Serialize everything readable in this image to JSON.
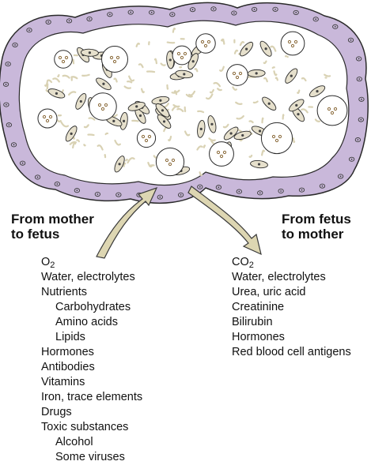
{
  "colors": {
    "membrane": "#c9b8da",
    "membrane_stroke": "#2a2a2a",
    "villus_fill": "#ffffff",
    "cell_fill": "#e6e0cc",
    "fiber": "#d9d2b4",
    "arrow_fill": "#ddd6b2",
    "arrow_stroke": "#3a3a3a"
  },
  "left_heading": {
    "line1": "From mother",
    "line2": "to fetus"
  },
  "right_heading": {
    "line1": "From fetus",
    "line2": "to mother"
  },
  "left_list": {
    "o2_base": "O",
    "o2_sub": "2",
    "items": [
      {
        "text": "Water, electrolytes",
        "indent": false
      },
      {
        "text": "Nutrients",
        "indent": false
      },
      {
        "text": "Carbohydrates",
        "indent": true
      },
      {
        "text": "Amino acids",
        "indent": true
      },
      {
        "text": "Lipids",
        "indent": true
      },
      {
        "text": "Hormones",
        "indent": false
      },
      {
        "text": "Antibodies",
        "indent": false
      },
      {
        "text": "Vitamins",
        "indent": false
      },
      {
        "text": "Iron, trace elements",
        "indent": false
      },
      {
        "text": "Drugs",
        "indent": false
      },
      {
        "text": "Toxic substances",
        "indent": false
      },
      {
        "text": "Alcohol",
        "indent": true
      },
      {
        "text": "Some viruses",
        "indent": true
      }
    ]
  },
  "right_list": {
    "co2_base": "CO",
    "co2_sub": "2",
    "items": [
      {
        "text": "Water, electrolytes",
        "indent": false
      },
      {
        "text": "Urea, uric acid",
        "indent": false
      },
      {
        "text": "Creatinine",
        "indent": false
      },
      {
        "text": "Bilirubin",
        "indent": false
      },
      {
        "text": "Hormones",
        "indent": false
      },
      {
        "text": "Red blood cell antigens",
        "indent": false
      }
    ]
  }
}
